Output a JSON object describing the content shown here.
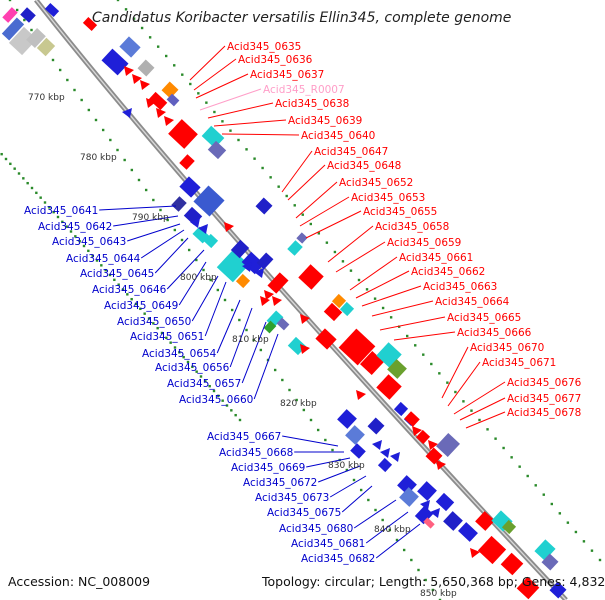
{
  "header": {
    "title": "Candidatus Koribacter versatilis Ellin345, complete genome"
  },
  "footer": {
    "accession": "Accession: NC_008009",
    "topology": "Topology: circular; Length: 5,650,368 bp; Genes: 4,832"
  },
  "colors": {
    "backbone": "#8c8c8c",
    "right_label": "#ff0000",
    "rna_label": "#ff9ec8",
    "left_label": "#0000cc",
    "ruler_dots": "#2a8a2a",
    "tick_label": "#333333"
  },
  "ruler": {
    "ticks": [
      {
        "label": "770 kbp"
      },
      {
        "label": "780 kbp"
      },
      {
        "label": "790 kbp"
      },
      {
        "label": "800 kbp"
      },
      {
        "label": "810 kbp"
      },
      {
        "label": "820 kbp"
      },
      {
        "label": "830 kbp"
      },
      {
        "label": "840 kbp"
      },
      {
        "label": "850 kbp"
      }
    ]
  },
  "genes_right": [
    {
      "label": "Acid345_0635"
    },
    {
      "label": "Acid345_0636"
    },
    {
      "label": "Acid345_0637"
    },
    {
      "label": "Acid345_R0007",
      "rna": true
    },
    {
      "label": "Acid345_0638"
    },
    {
      "label": "Acid345_0639"
    },
    {
      "label": "Acid345_0640"
    },
    {
      "label": "Acid345_0647"
    },
    {
      "label": "Acid345_0648"
    },
    {
      "label": "Acid345_0652"
    },
    {
      "label": "Acid345_0653"
    },
    {
      "label": "Acid345_0655"
    },
    {
      "label": "Acid345_0658"
    },
    {
      "label": "Acid345_0659"
    },
    {
      "label": "Acid345_0661"
    },
    {
      "label": "Acid345_0662"
    },
    {
      "label": "Acid345_0663"
    },
    {
      "label": "Acid345_0664"
    },
    {
      "label": "Acid345_0665"
    },
    {
      "label": "Acid345_0666"
    },
    {
      "label": "Acid345_0670"
    },
    {
      "label": "Acid345_0671"
    },
    {
      "label": "Acid345_0676"
    },
    {
      "label": "Acid345_0677"
    },
    {
      "label": "Acid345_0678"
    }
  ],
  "genes_left": [
    {
      "label": "Acid345_0641"
    },
    {
      "label": "Acid345_0642"
    },
    {
      "label": "Acid345_0643"
    },
    {
      "label": "Acid345_0644"
    },
    {
      "label": "Acid345_0645"
    },
    {
      "label": "Acid345_0646"
    },
    {
      "label": "Acid345_0649"
    },
    {
      "label": "Acid345_0650"
    },
    {
      "label": "Acid345_0651"
    },
    {
      "label": "Acid345_0654"
    },
    {
      "label": "Acid345_0656"
    },
    {
      "label": "Acid345_0657"
    },
    {
      "label": "Acid345_0660"
    },
    {
      "label": "Acid345_0667"
    },
    {
      "label": "Acid345_0668"
    },
    {
      "label": "Acid345_0669"
    },
    {
      "label": "Acid345_0672"
    },
    {
      "label": "Acid345_0673"
    },
    {
      "label": "Acid345_0675"
    },
    {
      "label": "Acid345_0680"
    },
    {
      "label": "Acid345_0681"
    },
    {
      "label": "Acid345_0682"
    }
  ]
}
